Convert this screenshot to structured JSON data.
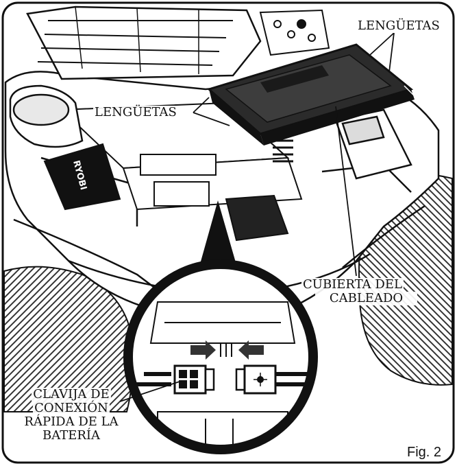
{
  "labels": {
    "tabs_top_right": "LENGÜETAS",
    "tabs_left": "LENGÜETAS",
    "wiring_cover_line1": "CUBIERTA DEL",
    "wiring_cover_line2": "CABLEADO",
    "connector_line1": "CLAVIJA DE",
    "connector_line2": "CONEXIÓN",
    "connector_line3": "RÁPIDA DE LA",
    "connector_line4": "BATERÍA"
  },
  "brand_logo": "RYOBI",
  "figure_label": "Fig. 2",
  "colors": {
    "line": "#111111",
    "cover": "#2b2b2b",
    "background": "#ffffff"
  }
}
